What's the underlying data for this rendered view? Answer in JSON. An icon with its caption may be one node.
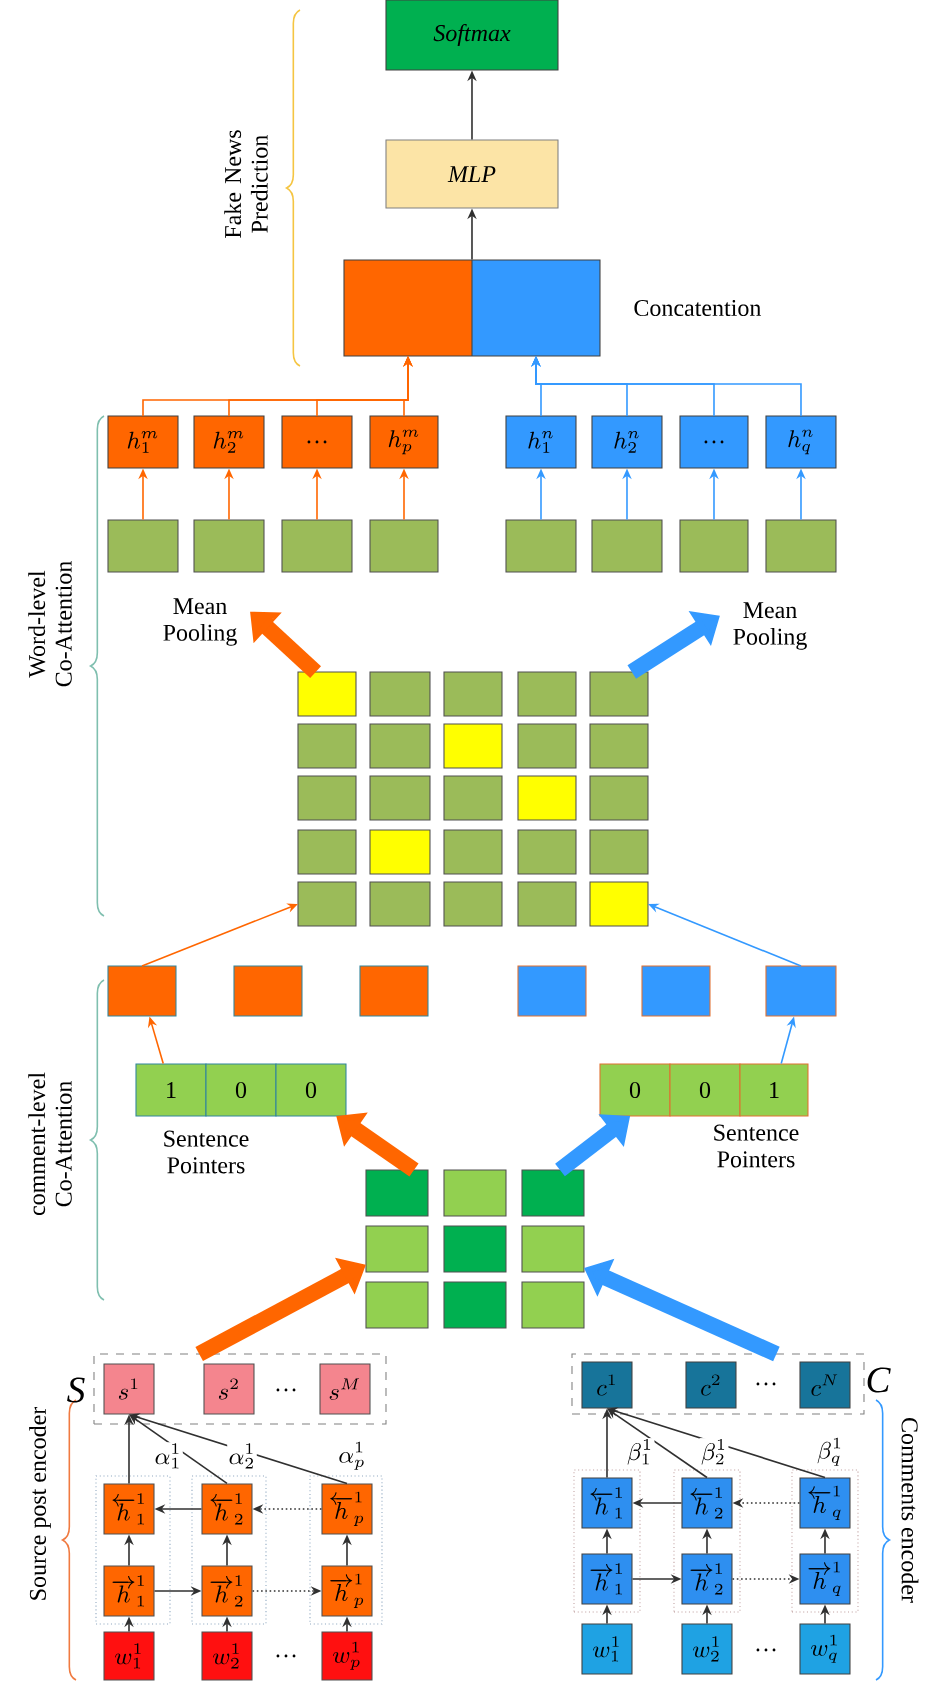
{
  "diagram": {
    "nodes": [
      {
        "text": [
          "Softmax"
        ]
      },
      {
        "text": [
          "MLP"
        ]
      },
      {
        "text": [],
        "shape": "box",
        "beside": [
          "Concatention"
        ]
      },
      {
        "text": [
          "h_1^m"
        ]
      },
      {
        "text": [
          "h_2^m"
        ]
      },
      {
        "text": [
          "…"
        ]
      },
      {
        "text": [
          "h_p^m"
        ]
      },
      {
        "text": [
          "h_1^n"
        ]
      },
      {
        "text": [
          "h_2^n"
        ]
      },
      {
        "text": [
          "…"
        ]
      },
      {
        "text": [
          "h_q^n"
        ]
      },
      {
        "text": [],
        "shape": "box"
      },
      {
        "text": [],
        "shape": "box"
      },
      {
        "text": [],
        "shape": "box"
      },
      {
        "text": [],
        "shape": "box"
      },
      {
        "text": [],
        "shape": "box"
      },
      {
        "text": [],
        "shape": "box"
      },
      {
        "text": [],
        "shape": "box"
      },
      {
        "text": [],
        "shape": "box"
      },
      {
        "text": [
          "Mean Pooling"
        ]
      },
      {
        "text": [
          "Mean Pooling"
        ]
      },
      {
        "text": [],
        "shape": "box"
      },
      {
        "text": [],
        "shape": "box"
      },
      {
        "text": [],
        "shape": "box"
      },
      {
        "text": [],
        "shape": "box"
      },
      {
        "text": [],
        "shape": "box"
      },
      {
        "text": [],
        "shape": "box"
      },
      {
        "text": [],
        "shape": "box"
      },
      {
        "text": [
          "1"
        ]
      },
      {
        "text": [
          "0"
        ]
      },
      {
        "text": [
          "0"
        ]
      },
      {
        "text": [
          "0"
        ]
      },
      {
        "text": [
          "0"
        ]
      },
      {
        "text": [
          "1"
        ]
      },
      {
        "text": [],
        "shape": "box"
      },
      {
        "text": [
          "S"
        ]
      },
      {
        "text": [
          "s^1"
        ],
        "in": 35
      },
      {
        "text": [
          "s^2"
        ],
        "in": 35
      },
      {
        "text": [
          "s^M"
        ],
        "in": 35
      },
      {
        "text": [],
        "shape": "box"
      },
      {
        "text": [],
        "shape": "box"
      },
      {
        "text": [],
        "shape": "box"
      },
      {
        "text": [
          "\\overleftarrow{h}_1^1"
        ],
        "in": 39
      },
      {
        "text": [
          "\\overrightarrow{h}_1^1"
        ],
        "in": 39
      },
      {
        "text": [
          "\\overleftarrow{h}_2^1"
        ],
        "in": 40
      },
      {
        "text": [
          "\\overrightarrow{h}_2^1"
        ],
        "in": 40
      },
      {
        "text": [
          "\\overleftarrow{h}_p^1"
        ],
        "in": 41
      },
      {
        "text": [
          "\\overrightarrow{h}_p^1"
        ],
        "in": 41
      },
      {
        "text": [
          "w_1^1"
        ]
      },
      {
        "text": [
          "w_2^1"
        ]
      },
      {
        "text": [
          "w_p^1"
        ]
      },
      {
        "text": [
          "C"
        ]
      },
      {
        "text": [
          "c^1"
        ],
        "in": 51
      },
      {
        "text": [
          "c^2"
        ],
        "in": 51
      },
      {
        "text": [
          "c^N"
        ],
        "in": 51
      },
      {
        "text": [],
        "shape": "box"
      },
      {
        "text": [],
        "shape": "box"
      },
      {
        "text": [],
        "shape": "box"
      },
      {
        "text": [
          "\\overleftarrow{h}_1^1"
        ],
        "in": 55
      },
      {
        "text": [
          "\\overrightarrow{h}_1^1"
        ],
        "in": 55
      },
      {
        "text": [
          "\\overleftarrow{h}_2^1"
        ],
        "in": 56
      },
      {
        "text": [
          "\\overrightarrow{h}_2^1"
        ],
        "in": 56
      },
      {
        "text": [
          "\\overleftarrow{h}_q^1"
        ],
        "in": 57
      },
      {
        "text": [
          "\\overrightarrow{h}_q^1"
        ],
        "in": 57
      },
      {
        "text": [
          "w_1^1"
        ]
      },
      {
        "text": [
          "w_2^1"
        ]
      },
      {
        "text": [
          "w_q^1"
        ]
      }
    ],
    "edges": [
      {
        "from": 1,
        "to": 0,
        "arrow": "to"
      },
      {
        "from": 2,
        "to": 1,
        "arrow": "to"
      },
      {
        "from": 3,
        "to": 2,
        "arrow": "to",
        "color": "#ff6600"
      },
      {
        "from": 4,
        "to": 2,
        "arrow": "to",
        "color": "#ff6600"
      },
      {
        "from": 5,
        "to": 2,
        "arrow": "to",
        "color": "#ff6600"
      },
      {
        "from": 6,
        "to": 2,
        "arrow": "to",
        "color": "#ff6600"
      },
      {
        "from": 7,
        "to": 2,
        "arrow": "to",
        "color": "#3399ff"
      },
      {
        "from": 8,
        "to": 2,
        "arrow": "to",
        "color": "#3399ff"
      },
      {
        "from": 9,
        "to": 2,
        "arrow": "to",
        "color": "#3399ff"
      },
      {
        "from": 10,
        "to": 2,
        "arrow": "to",
        "color": "#3399ff"
      },
      {
        "from": 11,
        "to": 3,
        "arrow": "to",
        "color": "#ff6600"
      },
      {
        "from": 12,
        "to": 4,
        "arrow": "to",
        "color": "#ff6600"
      },
      {
        "from": 13,
        "to": 5,
        "arrow": "to",
        "color": "#ff6600"
      },
      {
        "from": 14,
        "to": 6,
        "arrow": "to",
        "color": "#ff6600"
      },
      {
        "from": 15,
        "to": 7,
        "arrow": "to",
        "color": "#3399ff"
      },
      {
        "from": 16,
        "to": 8,
        "arrow": "to",
        "color": "#3399ff"
      },
      {
        "from": 17,
        "to": 9,
        "arrow": "to",
        "color": "#3399ff"
      },
      {
        "from": 18,
        "to": 10,
        "arrow": "to",
        "color": "#3399ff"
      },
      {
        "from": 21,
        "to": 19,
        "arrow": "to",
        "style": "thick",
        "color": "#ff6600"
      },
      {
        "from": 21,
        "to": 20,
        "arrow": "to",
        "style": "thick",
        "color": "#3399ff"
      },
      {
        "from": 22,
        "to": 21,
        "arrow": "to",
        "color": "#ff6600"
      },
      {
        "from": 27,
        "to": 21,
        "arrow": "to",
        "color": "#3399ff"
      },
      {
        "from": 28,
        "to": 22,
        "arrow": "to",
        "color": "#ff6600"
      },
      {
        "from": 33,
        "to": 27,
        "arrow": "to",
        "color": "#3399ff"
      },
      {
        "from": 34,
        "to": 30,
        "arrow": "to",
        "style": "thick",
        "color": "#ff6600"
      },
      {
        "from": 34,
        "to": 31,
        "arrow": "to",
        "style": "thick",
        "color": "#3399ff"
      },
      {
        "from": 35,
        "to": 34,
        "arrow": "to",
        "style": "thick",
        "color": "#ff6600"
      },
      {
        "from": 51,
        "to": 34,
        "arrow": "to",
        "style": "thick",
        "color": "#3399ff"
      },
      {
        "from": 48,
        "to": 43,
        "arrow": "to"
      },
      {
        "from": 49,
        "to": 45,
        "arrow": "to"
      },
      {
        "from": 50,
        "to": 47,
        "arrow": "to"
      },
      {
        "from": 43,
        "to": 42,
        "arrow": "to"
      },
      {
        "from": 45,
        "to": 44,
        "arrow": "to"
      },
      {
        "from": 47,
        "to": 46,
        "arrow": "to"
      },
      {
        "from": 43,
        "to": 45,
        "arrow": "to"
      },
      {
        "from": 45,
        "to": 47,
        "arrow": "to",
        "style": "dashed"
      },
      {
        "from": 46,
        "to": 44,
        "arrow": "to",
        "style": "dashed"
      },
      {
        "from": 44,
        "to": 42,
        "arrow": "to"
      },
      {
        "from": 42,
        "to": 36,
        "arrow": "to",
        "label": "\\alpha_1^1"
      },
      {
        "from": 44,
        "to": 36,
        "arrow": "to",
        "label": "\\alpha_2^1"
      },
      {
        "from": 46,
        "to": 36,
        "arrow": "to",
        "label": "\\alpha_p^1"
      },
      {
        "from": 64,
        "to": 59,
        "arrow": "to"
      },
      {
        "from": 65,
        "to": 61,
        "arrow": "to"
      },
      {
        "from": 66,
        "to": 63,
        "arrow": "to"
      },
      {
        "from": 59,
        "to": 58,
        "arrow": "to"
      },
      {
        "from": 61,
        "to": 60,
        "arrow": "to"
      },
      {
        "from": 63,
        "to": 62,
        "arrow": "to"
      },
      {
        "from": 59,
        "to": 61,
        "arrow": "to"
      },
      {
        "from": 61,
        "to": 63,
        "arrow": "to",
        "style": "dashed"
      },
      {
        "from": 62,
        "to": 60,
        "arrow": "to",
        "style": "dashed"
      },
      {
        "from": 60,
        "to": 58,
        "arrow": "to"
      },
      {
        "from": 58,
        "to": 52,
        "arrow": "to",
        "label": "\\beta_1^1"
      },
      {
        "from": 60,
        "to": 52,
        "arrow": "to",
        "label": "\\beta_2^1"
      },
      {
        "from": 62,
        "to": 52,
        "arrow": "to",
        "label": "\\beta_q^1"
      }
    ],
    "labels": [
      "Fake News Prediction",
      "Word-level Co-Attention",
      "comment-level Co-Attention",
      "Sentence Pointers",
      "Sentence Pointers",
      "…",
      "…",
      "Source post encoder",
      "Comments encoder",
      "…",
      "…"
    ]
  }
}
